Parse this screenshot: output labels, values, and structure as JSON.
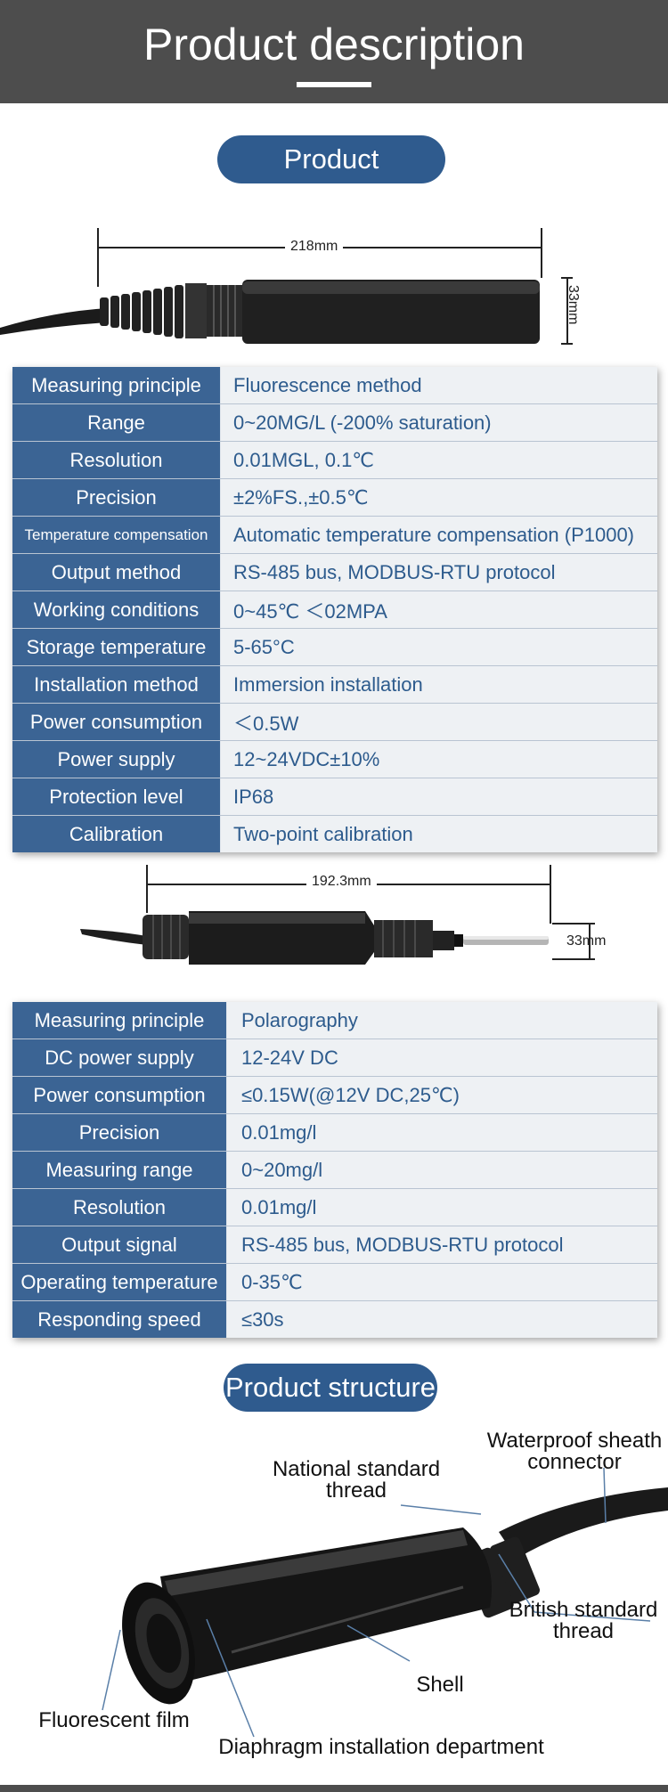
{
  "header": {
    "title": "Product description"
  },
  "sections": {
    "parameter_title": "Product parameter",
    "structure_title": "Product structure"
  },
  "sensor1": {
    "length_label": "218mm",
    "diameter_label": "33mm"
  },
  "table1": [
    {
      "label": "Measuring principle",
      "value": "Fluorescence method"
    },
    {
      "label": "Range",
      "value": "0~20MG/L (-200% saturation)"
    },
    {
      "label": "Resolution",
      "value": "0.01MGL, 0.1℃"
    },
    {
      "label": "Precision",
      "value": "±2%FS.,±0.5℃"
    },
    {
      "label": "Temperature compensation",
      "value": "Automatic temperature compensation (P1000)"
    },
    {
      "label": "Output method",
      "value": "RS-485 bus, MODBUS-RTU protocol"
    },
    {
      "label": "Working conditions",
      "value": "0~45℃ ＜02MPA"
    },
    {
      "label": "Storage temperature",
      "value": "5-65°C"
    },
    {
      "label": "Installation method",
      "value": "Immersion installation"
    },
    {
      "label": "Power consumption",
      "value": "＜0.5W"
    },
    {
      "label": "Power supply",
      "value": "12~24VDC±10%"
    },
    {
      "label": "Protection level",
      "value": "IP68"
    },
    {
      "label": "Calibration",
      "value": "Two-point calibration"
    }
  ],
  "sensor2": {
    "length_label": "192.3mm",
    "diameter_label": "33mm"
  },
  "table2": [
    {
      "label": "Measuring principle",
      "value": "Polarography"
    },
    {
      "label": "DC power supply",
      "value": "12-24V DC"
    },
    {
      "label": "Power consumption",
      "value": "≤0.15W(@12V DC,25℃)"
    },
    {
      "label": "Precision",
      "value": "0.01mg/l"
    },
    {
      "label": "Measuring range",
      "value": "0~20mg/l"
    },
    {
      "label": "Resolution",
      "value": "0.01mg/l"
    },
    {
      "label": "Output signal",
      "value": "RS-485 bus, MODBUS-RTU protocol"
    },
    {
      "label": "Operating temperature",
      "value": "0-35℃"
    },
    {
      "label": "Responding speed",
      "value": "≤30s"
    }
  ],
  "structure": {
    "waterproof": "Waterproof sheath connector",
    "national": "National standard thread",
    "british": "British standard thread",
    "shell": "Shell",
    "film": "Fluorescent film",
    "diaphragm": "Diaphragm installation department"
  }
}
